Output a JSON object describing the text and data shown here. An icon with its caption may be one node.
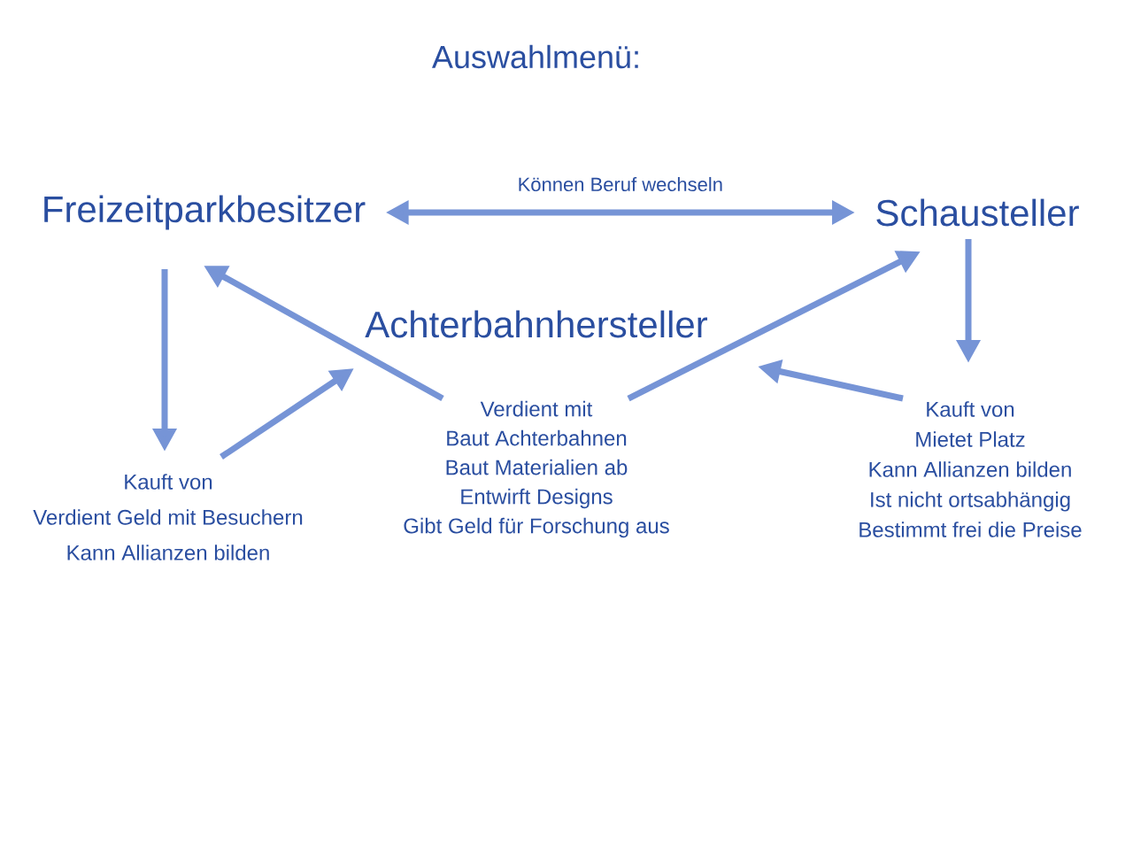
{
  "diagram": {
    "title": "Auswahlmenü:",
    "nodes": [
      {
        "text": [
          "Freizeitparkbesitzer"
        ]
      },
      {
        "text": [
          "Schausteller"
        ]
      },
      {
        "text": [
          "Achterbahnhersteller"
        ]
      },
      {
        "text": [
          "Kauft von",
          "Verdient Geld mit Besuchern",
          "Kann Allianzen bilden"
        ]
      },
      {
        "text": [
          "Verdient mit",
          "Baut Achterbahnen",
          "Baut Materialien ab",
          "Entwirft Designs",
          "Gibt Geld für Forschung aus"
        ]
      },
      {
        "text": [
          "Kauft von",
          "Mietet Platz",
          "Kann Allianzen bilden",
          "Ist nicht ortsabhängig",
          "Bestimmt frei die Preise"
        ]
      }
    ],
    "edges": [
      {
        "from": 0,
        "to": 1,
        "arrow": "both",
        "label": "Können Beruf wechseln"
      },
      {
        "from": 0,
        "to": 3,
        "arrow": "to"
      },
      {
        "from": 3,
        "to": 2,
        "arrow": "to"
      },
      {
        "from": 4,
        "to": 0,
        "arrow": "to"
      },
      {
        "from": 4,
        "to": 1,
        "arrow": "to"
      },
      {
        "from": 1,
        "to": 5,
        "arrow": "to"
      },
      {
        "from": 5,
        "to": 2,
        "arrow": "to"
      }
    ]
  }
}
